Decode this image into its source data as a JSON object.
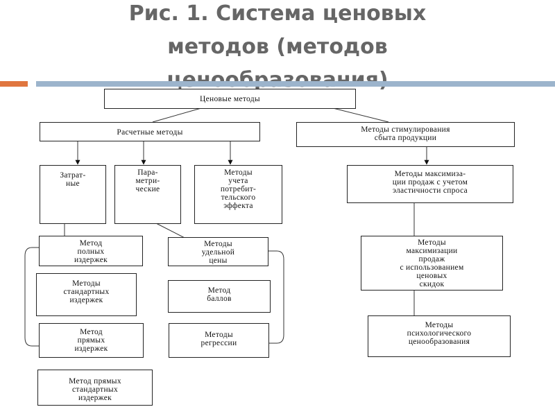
{
  "title_lines": [
    "Рис. 1. Система ценовых",
    "методов (методов",
    "ценообразования)"
  ],
  "colors": {
    "accent_orange": "#e0763f",
    "accent_blue": "#9cb4cc",
    "title": "#666666"
  },
  "boxes": {
    "root": "Ценовые методы",
    "calc": "Расчетные методы",
    "stim": "Методы стимулирования\nсбыта продукции",
    "cost": "Затрат-\nные",
    "param": "Пара-\nметри-\nческие",
    "consumer": "Методы\nучета\nпотребит-\nтельского\nэффекта",
    "maxel": "Методы максимиза-\nции продаж с учетом\nэластичности спроса",
    "full": "Метод\nполных\nиздержек",
    "standard": "Методы\nстандартных\nиздержек",
    "direct": "Метод\nпрямых\nиздержек",
    "directstd": "Метод прямых\nстандартных\nиздержек",
    "specific": "Методы\nудельной\nцены",
    "points": "Метод\nбаллов",
    "regression": "Методы\nрегрессии",
    "maxdisc": "Методы\nмаксимизации\nпродаж\nс использованием\nценовых\nскидок",
    "psych": "Методы\nпсихологического\nценообразования"
  }
}
